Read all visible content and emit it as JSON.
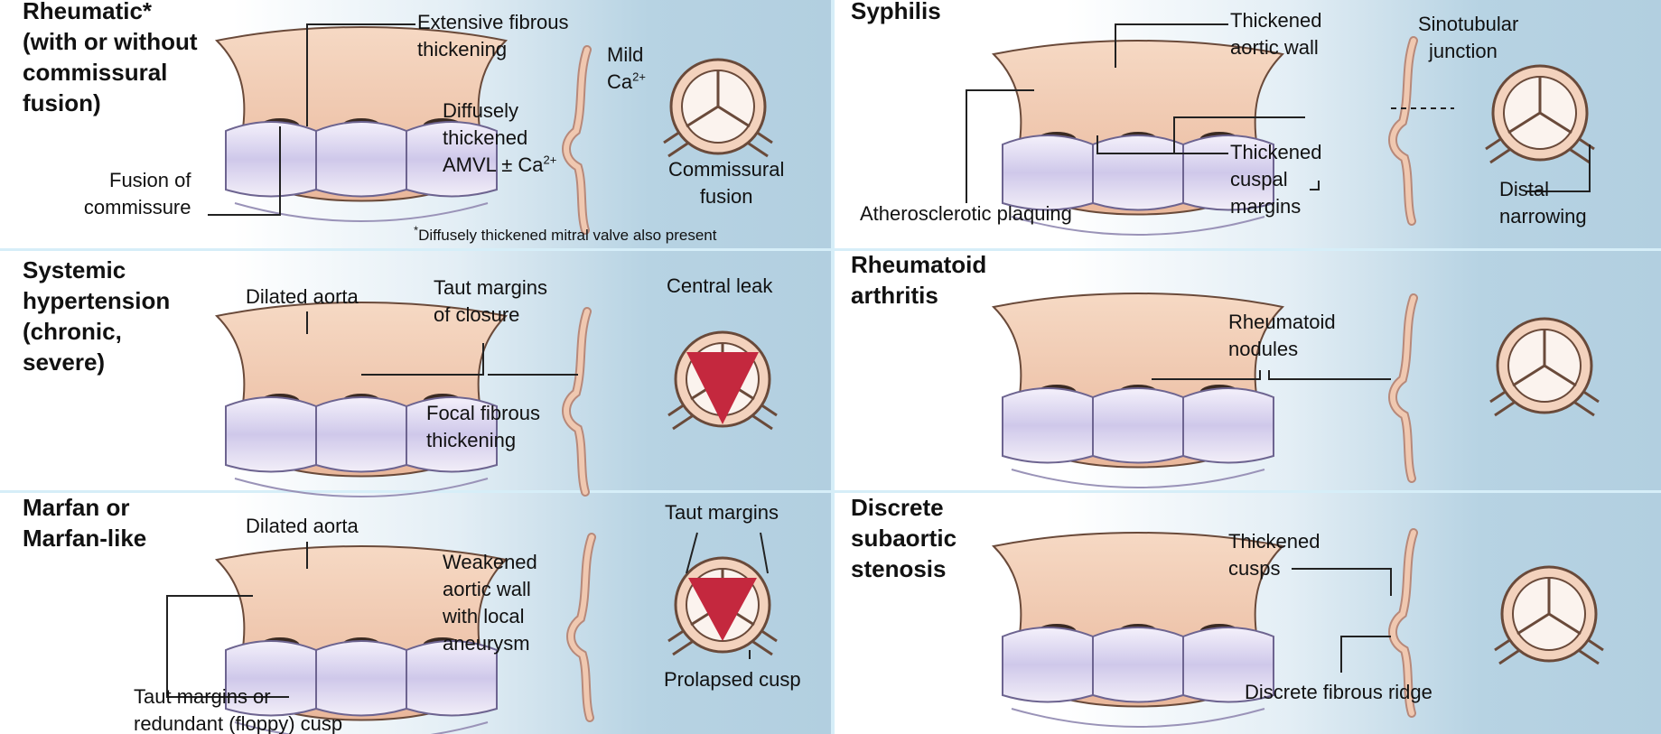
{
  "panels": [
    {
      "heading": "Rheumatic*",
      "heading2": "(with or without",
      "heading3": "commissural",
      "heading4": "fusion)",
      "labels": {
        "extensive": "Extensive fibrous",
        "extensive2": "thickening",
        "mild": "Mild",
        "mild_ca": "Ca",
        "ca_sup": "2+",
        "diffusely": "Diffusely",
        "thickened": "thickened",
        "amvl": "AMVL ± Ca",
        "amvl_sup": "2+",
        "fusion": "Fusion of",
        "commissure": "commissure",
        "commissural": "Commissural",
        "fusion_word": "fusion"
      },
      "footnote_mark": "*",
      "footnote": "Diffusely thickened mitral valve also present"
    },
    {
      "heading": "Syphilis",
      "labels": {
        "thickened_wall": "Thickened",
        "aortic_wall": "aortic wall",
        "sinotubular": "Sinotubular",
        "junction": "junction",
        "thickened_cuspal": "Thickened",
        "cuspal": "cuspal",
        "margins": "margins",
        "athero": "Atherosclerotic plaquing",
        "distal": "Distal",
        "narrowing": "narrowing"
      }
    },
    {
      "heading": "Systemic",
      "heading2": "hypertension",
      "heading3": "(chronic,",
      "heading4": "severe)",
      "labels": {
        "dilated": "Dilated aorta",
        "taut": "Taut margins",
        "closure": "of closure",
        "central": "Central leak",
        "focal": "Focal fibrous",
        "focal2": "thickening"
      }
    },
    {
      "heading": "Rheumatoid",
      "heading2": "arthritis",
      "labels": {
        "rheum": "Rheumatoid",
        "nodules": "nodules"
      }
    },
    {
      "heading": "Marfan or",
      "heading2": "Marfan-like",
      "labels": {
        "dilated": "Dilated aorta",
        "weakened": "Weakened",
        "aortic_wall": "aortic wall",
        "with_local": "with local",
        "aneurysm": "aneurysm",
        "taut_margins": "Taut margins",
        "prolapsed": "Prolapsed cusp",
        "taut_or": "Taut margins or",
        "redundant": "redundant (floppy) cusp"
      }
    },
    {
      "heading": "Discrete",
      "heading2": "subaortic",
      "heading3": "stenosis",
      "labels": {
        "thickened": "Thickened",
        "cusps": "cusps",
        "ridge": "Discrete fibrous ridge"
      }
    }
  ],
  "colors": {
    "background": "#d6eef8",
    "panel_blue": "#b2cfe0",
    "tissue": "#f0c8b0",
    "cusp": "#c9c2e6",
    "leak": "#c4283e"
  }
}
